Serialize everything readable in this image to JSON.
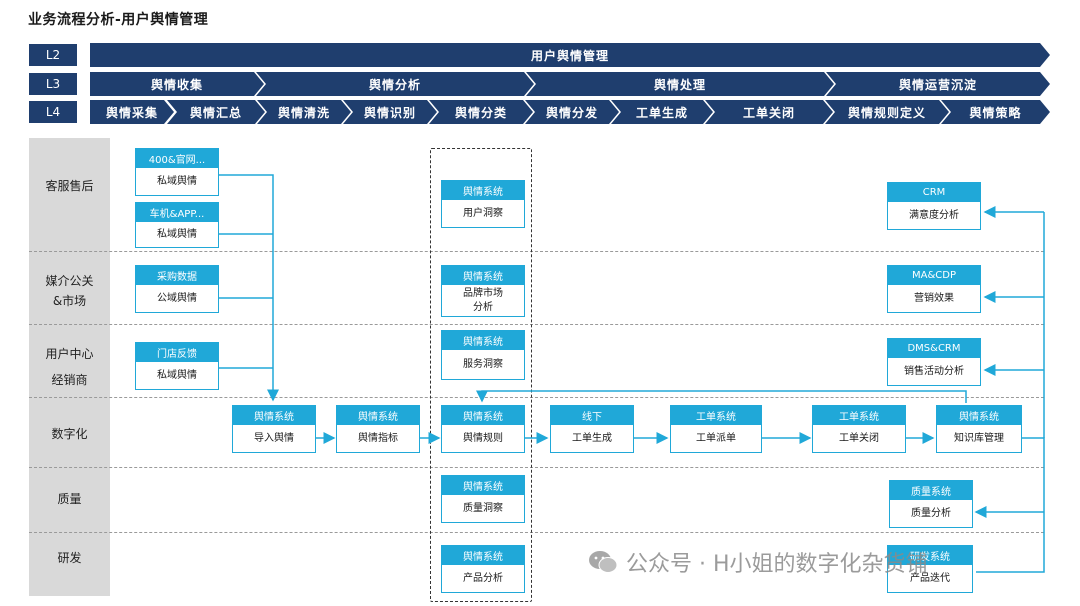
{
  "title": "业务流程分析-用户舆情管理",
  "levels": {
    "l2": "L2",
    "l3": "L3",
    "l4": "L4"
  },
  "l2_items": [
    "用户舆情管理"
  ],
  "l3_items": [
    "舆情收集",
    "舆情分析",
    "舆情处理",
    "舆情运营沉淀"
  ],
  "l4_items": [
    "舆情采集",
    "舆情汇总",
    "舆情清洗",
    "舆情识别",
    "舆情分类",
    "舆情分发",
    "工单生成",
    "工单关闭",
    "舆情规则定义",
    "舆情策略"
  ],
  "rows": [
    "客服售后",
    "媒介公关\n&市场",
    "用户中心\n经销商",
    "数字化",
    "质量",
    "研发"
  ],
  "nodes": {
    "wechat_priv": {
      "head": "400&官网...",
      "body": "私域舆情"
    },
    "app_priv": {
      "head": "车机&APP...",
      "body": "私域舆情"
    },
    "purchase_pub": {
      "head": "采购数据",
      "body": "公域舆情"
    },
    "store_priv": {
      "head": "门店反馈",
      "body": "私域舆情"
    },
    "user_insight": {
      "head": "舆情系统",
      "body": "用户洞察"
    },
    "brand_market": {
      "head": "舆情系统",
      "body": "品牌市场\n分析"
    },
    "service_insight": {
      "head": "舆情系统",
      "body": "服务洞察"
    },
    "import": {
      "head": "舆情系统",
      "body": "导入舆情"
    },
    "indicator": {
      "head": "舆情系统",
      "body": "舆情指标"
    },
    "rules": {
      "head": "舆情系统",
      "body": "舆情规则"
    },
    "offline": {
      "head": "线下",
      "body": "工单生成"
    },
    "dispatch": {
      "head": "工单系统",
      "body": "工单派单"
    },
    "close": {
      "head": "工单系统",
      "body": "工单关闭"
    },
    "kb": {
      "head": "舆情系统",
      "body": "知识库管理"
    },
    "quality_insight": {
      "head": "舆情系统",
      "body": "质量洞察"
    },
    "product_analysis": {
      "head": "舆情系统",
      "body": "产品分析"
    },
    "crm": {
      "head": "CRM",
      "body": "满意度分析"
    },
    "macdp": {
      "head": "MA&CDP",
      "body": "营销效果"
    },
    "dms": {
      "head": "DMS&CRM",
      "body": "销售活动分析"
    },
    "quality_sys": {
      "head": "质量系统",
      "body": "质量分析"
    },
    "rd_sys": {
      "head": "研发系统",
      "body": "产品迭代"
    }
  },
  "watermark": "公众号 · H小姐的数字化杂货铺",
  "colors": {
    "navy": "#1f3e6e",
    "cyan": "#20a8d8",
    "gray": "#d9d9d9"
  }
}
